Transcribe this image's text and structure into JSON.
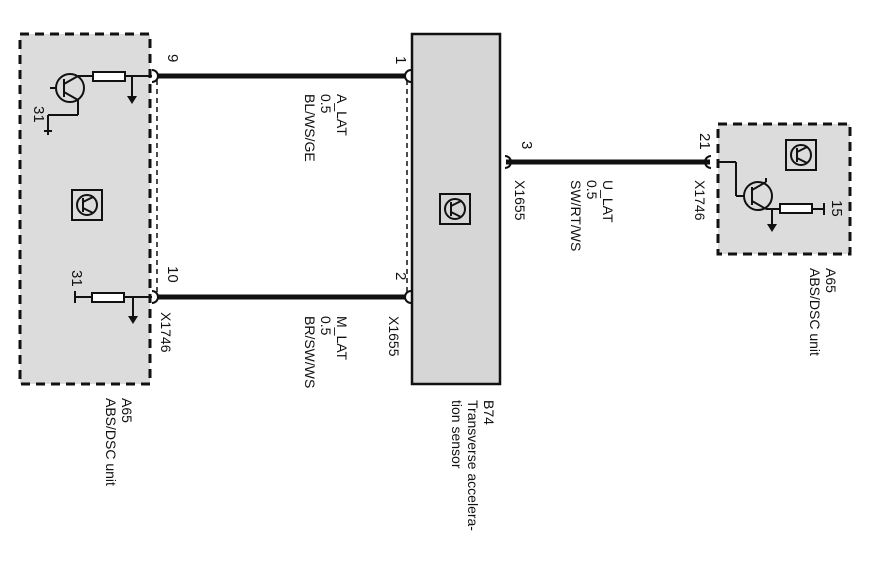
{
  "colors": {
    "module_fill": "#dcdcdc",
    "wire": "#111111",
    "sensor_fill": "#d6d6d6"
  },
  "module_left": {
    "code": "A65",
    "name": "ABS/DSC unit",
    "connector": "X1746",
    "pin_top": "9",
    "pin_bottom": "10",
    "ground_top": "31",
    "ground_bottom": "31",
    "icon": "transistor-symbol-icon"
  },
  "sensor": {
    "code": "B74",
    "name_line1": "Transverse accelera-",
    "name_line2": "tion sensor",
    "connector_left": "X1655",
    "connector_right": "X1655",
    "pin1": "1",
    "pin2": "2",
    "pin3": "3",
    "icon": "transistor-symbol-icon"
  },
  "module_right": {
    "code": "A65",
    "name": "ABS/DSC unit",
    "connector": "X1746",
    "pin": "21",
    "supply": "15",
    "icon": "transistor-symbol-icon"
  },
  "wires": {
    "top": {
      "signal": "A_LAT",
      "size": "0.5",
      "color": "BL/WS/GE"
    },
    "bottom": {
      "signal": "M_LAT",
      "size": "0.5",
      "color": "BR/SW/WS"
    },
    "right": {
      "signal": "U_LAT",
      "size": "0.5",
      "color": "SW/RT/WS"
    }
  }
}
